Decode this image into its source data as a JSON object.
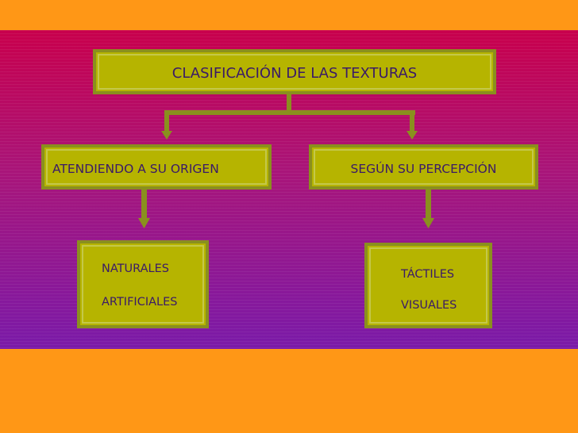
{
  "colors": {
    "background": "#ff9716",
    "band_top": "#c8004c",
    "band_bottom": "#7a1aa8",
    "box_fill": "#b6b400",
    "box_border": "#8a8f1e",
    "text": "#3a1a68",
    "connector": "#8a8f1e"
  },
  "diagram": {
    "root": {
      "label": "CLASIFICACIÓN DE LAS TEXTURAS"
    },
    "branches": [
      {
        "label": "ATENDIENDO A SU ORIGEN",
        "children": [
          "NATURALES",
          "ARTIFICIALES"
        ]
      },
      {
        "label": "SEGÚN SU PERCEPCIÓN",
        "children": [
          "TÁCTILES",
          "VISUALES"
        ]
      }
    ]
  }
}
